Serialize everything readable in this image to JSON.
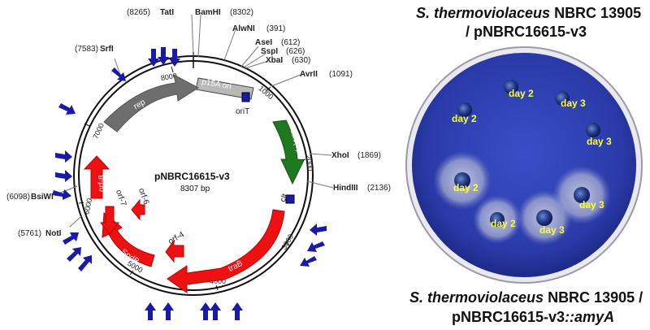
{
  "plasmid": {
    "name": "pNBRC16615-v3",
    "size": "8307 bp",
    "ticks": [
      "8000",
      "1000",
      "2000",
      "3000",
      "4000",
      "5000",
      "6000",
      "7000"
    ],
    "sites": {
      "tati": {
        "name": "TatI",
        "pos": "(8265)"
      },
      "bamhi": {
        "name": "BamHI",
        "pos": "(8302)"
      },
      "alwni": {
        "name": "AlwNI",
        "pos": "(391)"
      },
      "asei": {
        "name": "AseI",
        "pos": "(612)"
      },
      "sspi": {
        "name": "SspI",
        "pos": "(626)"
      },
      "xbai": {
        "name": "XbaI",
        "pos": "(630)"
      },
      "avrii": {
        "name": "AvrII",
        "pos": "(1091)"
      },
      "xhoi": {
        "name": "XhoI",
        "pos": "(1869)"
      },
      "hindiii": {
        "name": "HindIII",
        "pos": "(2136)"
      },
      "srfi": {
        "name": "SrfI",
        "pos": "(7583)"
      },
      "bsiwi": {
        "name": "BsiWI",
        "pos": "(6098)"
      },
      "noti": {
        "name": "NotI",
        "pos": "(5761)"
      }
    },
    "features": {
      "p15a": "p15A ori",
      "orit": "oriT",
      "rep": "rep",
      "aac": "aac(3)IV",
      "clt": "clt",
      "trab": "traB",
      "spdb": "SpdB",
      "orf4": "orf-4",
      "orf6": "orf-6",
      "orf7": "orf-7",
      "orf8": "orf-8"
    },
    "colors": {
      "red": "#ee1111",
      "gray": "#707070",
      "green": "#1f7a1f",
      "blue": "#1a1aa8"
    }
  },
  "plate": {
    "title_top_line1_italic": "S. thermoviolaceus",
    "title_top_line1_rest": " NBRC 13905",
    "title_top_line2": "/ pNBRC16615-v3",
    "title_bottom_line1_italic": "S. thermoviolaceus",
    "title_bottom_line1_rest": " NBRC 13905 /",
    "title_bottom_line2_plain": "pNBRC16615-v3",
    "title_bottom_line2_italic": "::amyA",
    "labels": {
      "day2_a": "day 2",
      "day3_a": "day 3",
      "day2_b": "day 2",
      "day3_b": "day 3",
      "day2_c": "day 2",
      "day3_c": "day 3",
      "day2_d": "day 2",
      "day3_d": "day 3"
    },
    "plate_color": "#2c3fb0",
    "halo_color": "#b9bed6",
    "label_color": "#ffff33"
  }
}
